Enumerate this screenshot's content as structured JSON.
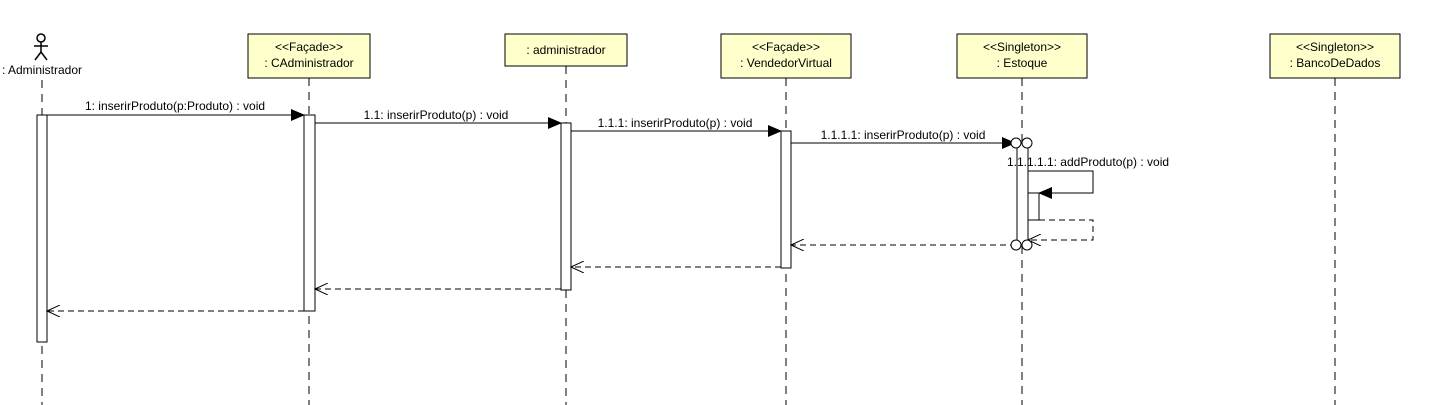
{
  "colors": {
    "box_fill": "#ffffcc",
    "box_stroke": "#000000",
    "line": "#000000",
    "background": "#ffffff"
  },
  "actor": {
    "label": ": Administrador",
    "icon": "stick-figure-icon"
  },
  "lifelines": [
    {
      "id": "cadmin",
      "stereotype": "<<Façade>>",
      "name": ": CAdministrador"
    },
    {
      "id": "admin",
      "stereotype": "",
      "name": ": administrador"
    },
    {
      "id": "vend",
      "stereotype": "<<Façade>>",
      "name": ": VendedorVirtual"
    },
    {
      "id": "estoque",
      "stereotype": "<<Singleton>>",
      "name": ": Estoque"
    },
    {
      "id": "banco",
      "stereotype": "<<Singleton>>",
      "name": ": BancoDeDados"
    }
  ],
  "messages": [
    {
      "label": "1: inserirProduto(p:Produto) : void"
    },
    {
      "label": "1.1: inserirProduto(p) : void"
    },
    {
      "label": "1.1.1: inserirProduto(p) : void"
    },
    {
      "label": "1.1.1.1: inserirProduto(p) : void"
    },
    {
      "label": "1.1.1.1.1: addProduto(p) : void"
    }
  ]
}
